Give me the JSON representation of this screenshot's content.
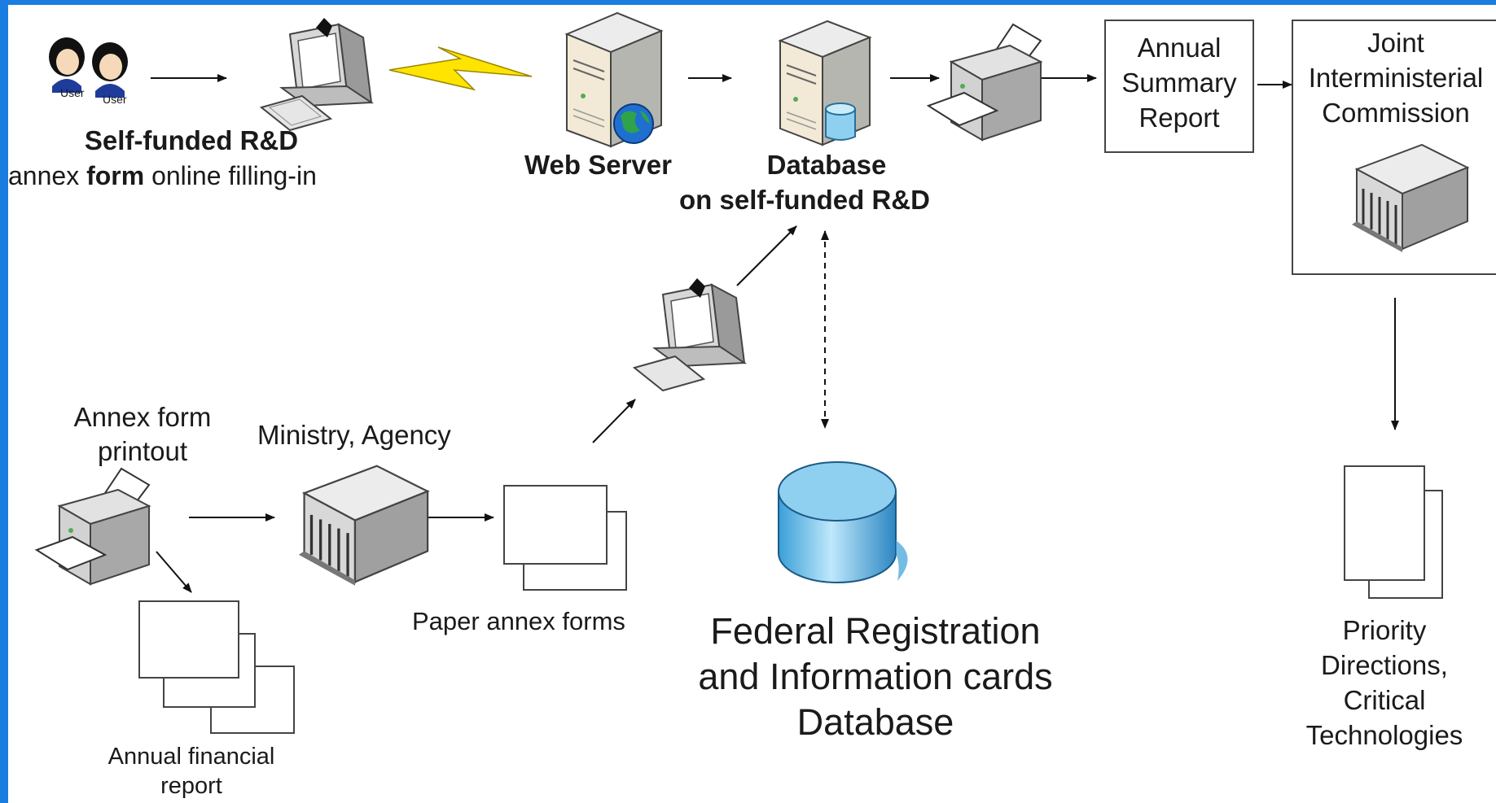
{
  "users": {
    "user1_label": "User",
    "user2_label": "User"
  },
  "online_filling": {
    "title": "Self-funded R&D",
    "caption_prefix": "annex ",
    "caption_bold": "form",
    "caption_suffix": " online filling-in"
  },
  "web_server": {
    "label": "Web Server"
  },
  "database_rd": {
    "line1": "Database",
    "line2": "on self-funded R&D"
  },
  "annual_summary": {
    "line1": "Annual",
    "line2": "Summary",
    "line3": "Report"
  },
  "commission": {
    "line1": "Joint",
    "line2": "Interministerial",
    "line3": "Commission"
  },
  "annex_printout": {
    "line1": "Annex form",
    "line2": "printout"
  },
  "ministry": {
    "label": "Ministry, Agency"
  },
  "paper_forms": {
    "label": "Paper annex forms"
  },
  "federal_db": {
    "line1": "Federal Registration",
    "line2": "and Information cards",
    "line3": "Database"
  },
  "financial_report": {
    "line1": "Annual financial",
    "line2": "report"
  },
  "priority": {
    "line1": "Priority",
    "line2": "Directions,",
    "line3": "Critical",
    "line4": "Technologies"
  },
  "colors": {
    "frame": "#1a7de0",
    "lightning": "#ffe400",
    "db_cylinder": "#58b7e6",
    "globe": "#1f6fd0"
  }
}
